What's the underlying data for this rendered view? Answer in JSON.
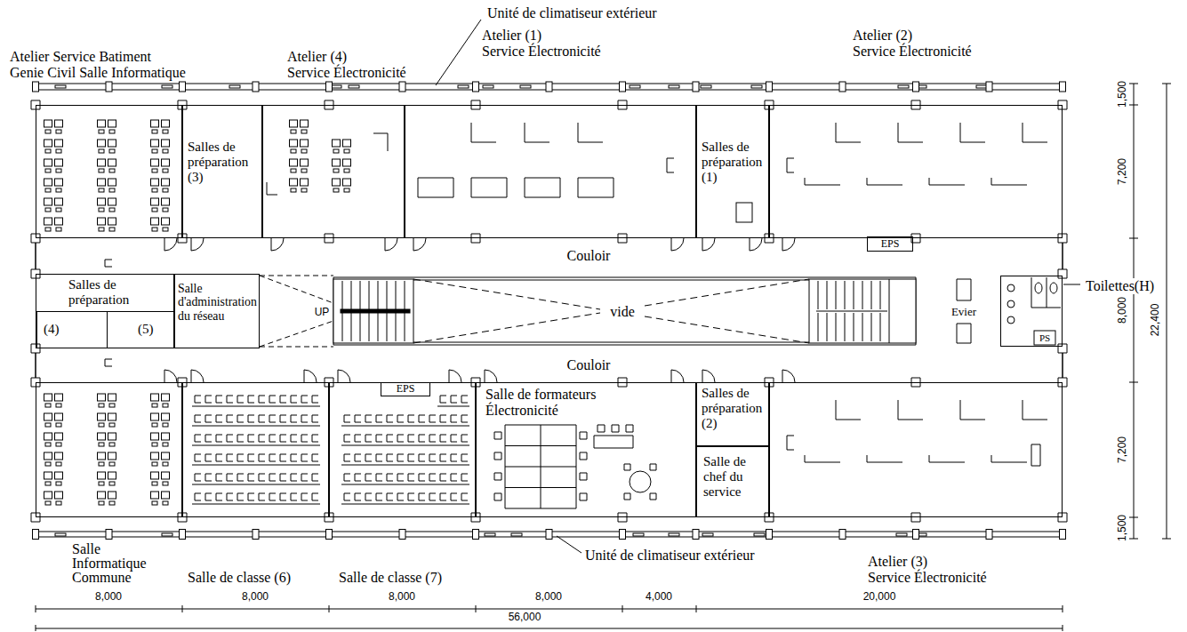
{
  "diagram": {
    "nodes": [
      {
        "text": [
          "Atelier Service Batiment Genie Civil Salle Informatique"
        ]
      },
      {
        "text": [
          "Salles de préparation (3)"
        ]
      },
      {
        "text": [
          "Atelier (4) Service Électronicité"
        ]
      },
      {
        "text": [
          "Atelier (1) Service Électronicité"
        ]
      },
      {
        "text": [
          "Salles de préparation (1)"
        ]
      },
      {
        "text": [
          "Atelier (2) Service Électronicité"
        ]
      },
      {
        "text": [
          "EPS"
        ]
      },
      {
        "text": [
          "Salles de préparation"
        ]
      },
      {
        "text": [
          "(4)"
        ],
        "in": 7
      },
      {
        "text": [
          "(5)"
        ],
        "in": 7
      },
      {
        "text": [
          "Salle d'administration du réseau"
        ]
      },
      {
        "text": [
          "Toilettes(H)"
        ]
      },
      {
        "text": [
          "Salle Informatique Commune"
        ]
      },
      {
        "text": [
          "Salle de classe (6)"
        ]
      },
      {
        "text": [
          "Salle de classe (7)"
        ]
      },
      {
        "text": [
          "EPS"
        ]
      },
      {
        "text": [
          "Salle de formateurs Électronicité"
        ]
      },
      {
        "text": [
          "Salles de préparation (2)"
        ]
      },
      {
        "text": [
          "Salle de chef du service"
        ]
      },
      {
        "text": [
          "Atelier (3) Service Électronicité"
        ]
      }
    ],
    "labels": [
      "Unité de climatiseur extérieur",
      "Couloir",
      "UP",
      "vide",
      "Evier",
      "PS",
      "Couloir",
      "Unité de climatiseur extérieur",
      "1,500",
      "7,200",
      "8,000",
      "22,400",
      "7,200",
      "1,500",
      "8,000",
      "8,000",
      "8,000",
      "8,000",
      "4,000",
      "20,000",
      "56,000"
    ]
  }
}
